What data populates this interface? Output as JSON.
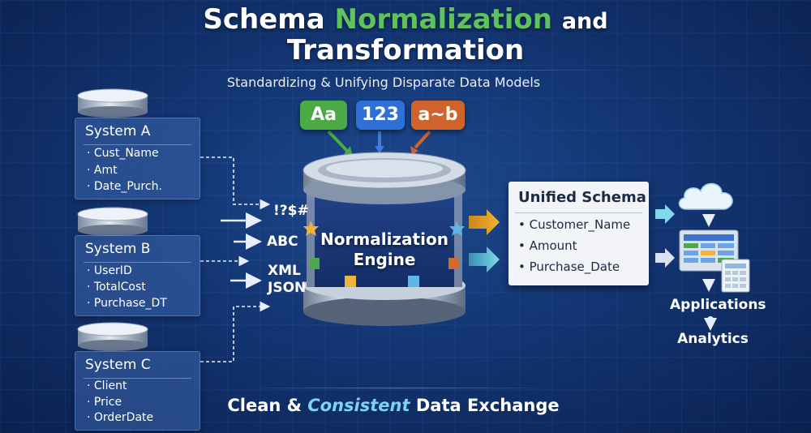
{
  "header": {
    "title_word1": "Schema",
    "title_word2": "Normalization",
    "title_word3": "and",
    "title_line2": "Transformation",
    "subtitle": "Standardizing & Unifying Disparate Data Models"
  },
  "badges": [
    {
      "label": "Aa",
      "color": "#4caa46"
    },
    {
      "label": "123",
      "color": "#2f6fd6"
    },
    {
      "label": "a~b",
      "color": "#d0622c"
    }
  ],
  "systems": [
    {
      "name": "System A",
      "fields": [
        "· Cust_Name",
        "· Amt",
        "· Date_Purch."
      ]
    },
    {
      "name": "System B",
      "fields": [
        "· UserID",
        "· TotalCost",
        "· Purchase_DT"
      ]
    },
    {
      "name": "System C",
      "fields": [
        "· Client",
        "· Price",
        "· OrderDate"
      ]
    }
  ],
  "formats": [
    "!?$#",
    "ABC",
    "XML",
    "JSON"
  ],
  "engine": {
    "line1": "Normalization",
    "line2": "Engine"
  },
  "unified_schema": {
    "title": "Unified Schema",
    "fields": [
      "• Customer_Name",
      "• Amount",
      "• Purchase_Date"
    ]
  },
  "outputs": {
    "applications": "Applications",
    "analytics": "Analytics"
  },
  "footer": {
    "part1": "Clean &",
    "accent": "Consistent",
    "part2": "Data Exchange"
  },
  "icons": [
    "database-icon",
    "cloud-icon",
    "dashboard-icon",
    "spreadsheet-icon",
    "arrow-icon"
  ]
}
